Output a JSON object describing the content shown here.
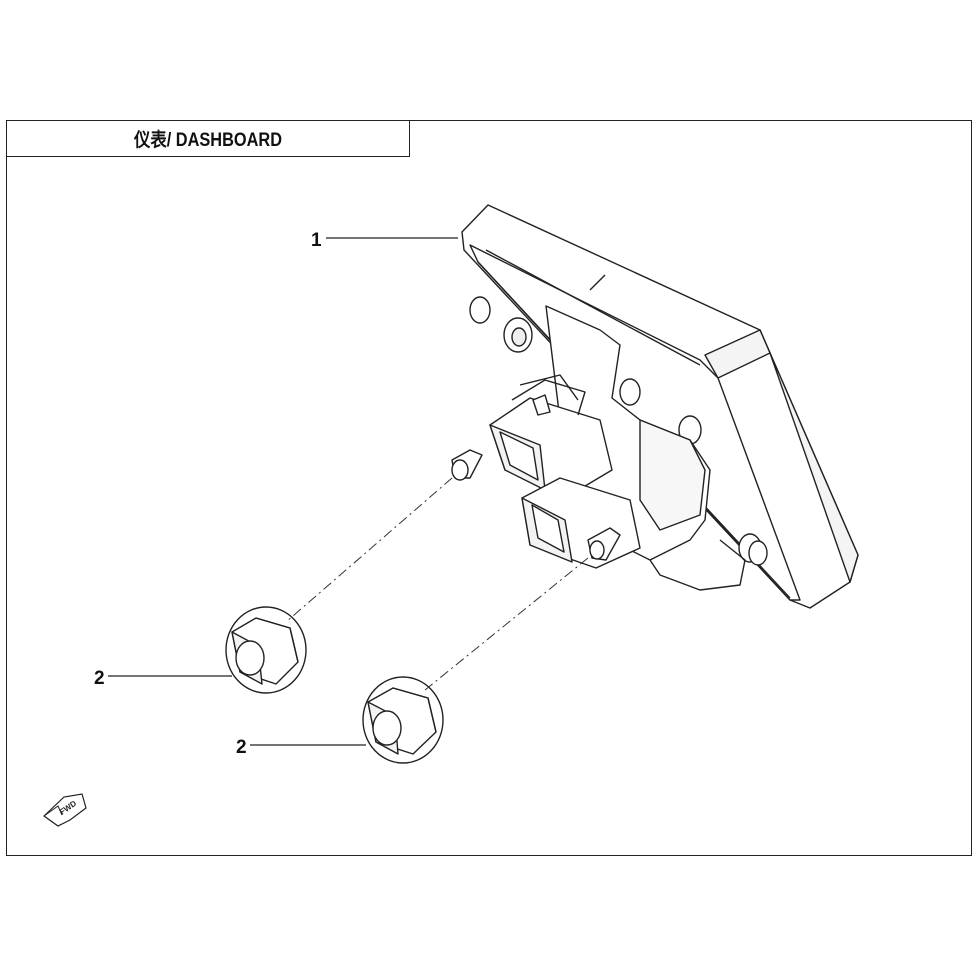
{
  "title": "仪表/ DASHBOARD",
  "callouts": [
    {
      "id": "dashboard",
      "label": "1"
    },
    {
      "id": "nut-left",
      "label": "2"
    },
    {
      "id": "nut-right",
      "label": "2"
    }
  ],
  "fwd_label": "FWD"
}
